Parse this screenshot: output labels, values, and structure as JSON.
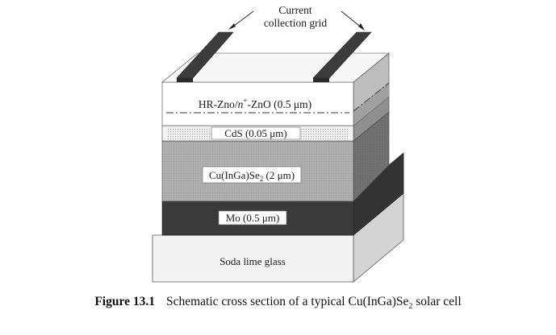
{
  "callout": {
    "line1": "Current",
    "line2": "collection grid"
  },
  "layers": [
    {
      "id": "window",
      "label_main": "HR-Zno/",
      "label_italic": "n",
      "label_sup": "+",
      "label_rest": "-ZnO (0.5 μm)"
    },
    {
      "id": "buffer",
      "label_main": "CdS (0.05 μm)"
    },
    {
      "id": "absorber",
      "label_main": "Cu(InGa)Se",
      "label_sub": "2",
      "label_rest": " (2 μm)"
    },
    {
      "id": "contact",
      "label_main": "Mo (0.5 μm)"
    },
    {
      "id": "substrate",
      "label_main": "Soda lime glass"
    }
  ],
  "caption": {
    "number": "Figure 13.1",
    "text_main": "Schematic cross section of a typical Cu(InGa)Se",
    "text_sub": "2",
    "text_rest": " solar cell"
  },
  "colors": {
    "window": "#ffffff",
    "buffer": "#e6e6e6",
    "absorber": "#9a9a9a",
    "contact": "#3a3a3a",
    "substrate": "#f4f4f4",
    "grid_finger": "#3c3c3c"
  }
}
